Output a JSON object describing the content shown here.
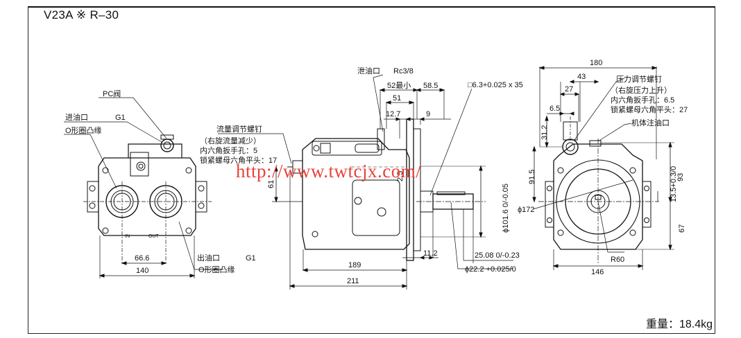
{
  "title": "V23A ※ R–30",
  "weight": "重量：18.4kg",
  "watermark": "http://www.twtcjx.com/",
  "left_view": {
    "labels": {
      "pc_valve": "PC阀",
      "inlet": "进油口",
      "inlet_size": "G1",
      "inlet_flange": "O形圈凸缘",
      "outlet": "出油口",
      "outlet_size": "G1",
      "outlet_flange": "O形圈凸缘",
      "in_mark": "IN",
      "out_mark": "OUT"
    },
    "dims": {
      "d66_6": "66.6",
      "d140": "140"
    }
  },
  "middle_view": {
    "labels": {
      "drain": "泄油口",
      "drain_size": "Rc3/8",
      "flow_screw": "流量调节螺钉",
      "flow_note1": "（右旋流量减少）",
      "flow_note2": "内六角扳手孔：5",
      "flow_note3": "锁紧螺母六角平头：17",
      "key": "□6.3+0.025 x 35"
    },
    "dims": {
      "d52": "52最小",
      "d58_5": "58.5",
      "d51": "51",
      "d12_7": "12.7",
      "d9": "9",
      "d61": "61",
      "d2_5": "2.5",
      "d101_6": "ϕ101.6 0/-0.05",
      "d11_2": "11.2",
      "d25_08": "25.08 0/-0.23",
      "d189": "189",
      "d22_2": "ϕ22.2 +0.025/0",
      "d211": "211"
    }
  },
  "right_view": {
    "labels": {
      "pressure_screw": "压力调节螺钉",
      "press_note1": "（右旋压力上升）",
      "press_note2": "内六角扳手孔：6.5",
      "press_note3": "锁紧螺母六角平头：27",
      "fill_port": "机体注油口",
      "r60": "R60"
    },
    "dims": {
      "d180": "180",
      "d43": "43",
      "d27": "27",
      "d6_5": "6.5",
      "d31_2": "31.2",
      "d91_5": "91.5",
      "d13_5": "13.5+0.3/0",
      "d93": "93",
      "d172": "ϕ172",
      "d67": "67",
      "d146": "146"
    }
  }
}
